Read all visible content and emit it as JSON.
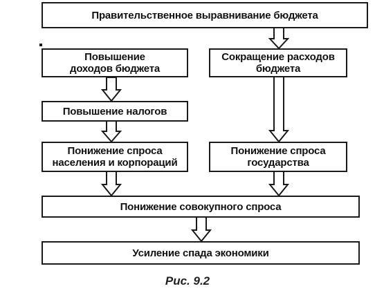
{
  "diagram": {
    "top": "Правительственное выравнивание бюджета",
    "left1": "Повышение доходов бюджета",
    "left2": "Повышение налогов",
    "left3": "Понижение спроса населения и корпораций",
    "right1": "Сокращение расходов бюджета",
    "right2": "Понижение спроса государства",
    "aggregate": "Понижение совокупного спроса",
    "result": "Усиление спада экономики"
  },
  "caption": "Рис. 9.2",
  "colors": {
    "line": "#1a1a1a",
    "background": "#ffffff"
  }
}
